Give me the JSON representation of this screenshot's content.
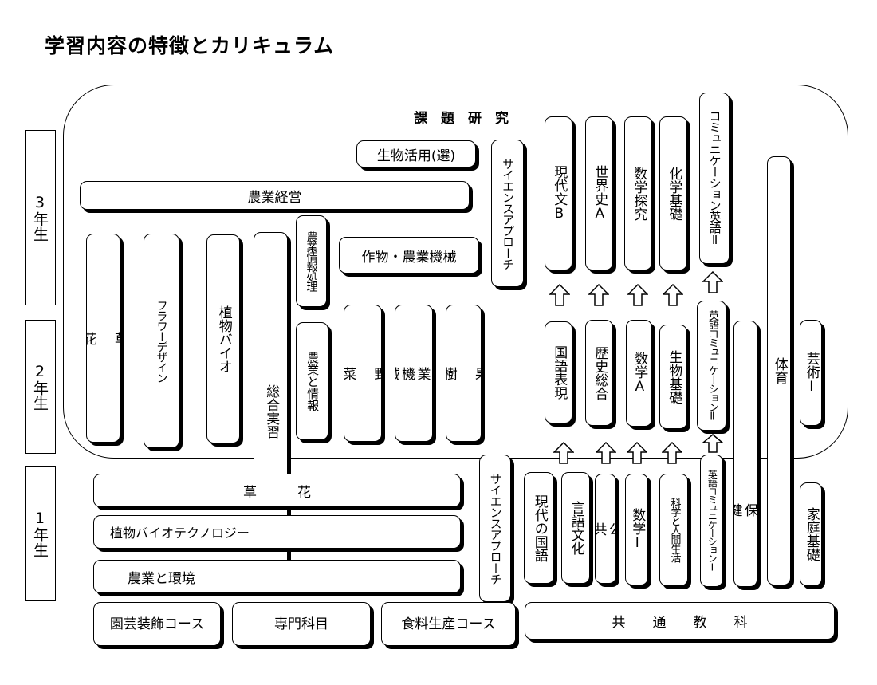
{
  "title": "学習内容の特徴とカリキュラム",
  "years": {
    "y3": "3年生",
    "y2": "2年生",
    "y1": "1年生"
  },
  "research": "課　題　研　究",
  "senmon": {
    "seibutsu_katsuyo": "生物活用(選)",
    "nogyo_keiei": "農業経営",
    "sosou": "草\n\n花",
    "flower_design": "フラワーデザイン",
    "shokubutsu_bio": "植物バイオ",
    "sogo_jisshu": "総合実習",
    "nogyo_joho_shori": "農業情報処理",
    "sakumotsu_kikai": "作物・農業機械",
    "nogyo_to_joho": "農業と情報",
    "yasai": "野\n\n菜",
    "nogyo_kikai": "農\n業\n機\n械",
    "kaju": "果\n\n樹",
    "sosou_1": "草　　　花",
    "bio_techno": "植物バイオテクノロジー",
    "nogyo_kankyo": "農業と環境"
  },
  "kyotsu": {
    "science_approach": "サイエンスアプローチ",
    "gendaibun_b": "現代文B",
    "sekaishi_a": "世界史A",
    "sugaku_tankyu": "数学探究",
    "kagaku_kiso": "化学基礎",
    "comm_eigo_2": "コミュニケーション英語Ⅱ",
    "kokugo_hyogen": "国語表現",
    "rekishi_sogo": "歴史総合",
    "sugaku_a": "数学A",
    "seibutsu_kiso": "生物基礎",
    "eigo_comm_2": "英語コミュニケーションⅡ",
    "hoken": "保\n健",
    "taiiku": "体育",
    "geijutsu_1": "芸術Ⅰ",
    "science_approach_1": "サイエンスアプローチ",
    "gendai_kokugo": "現代の国語",
    "gengo_bunka": "言語文化",
    "kokyo": "公\n共",
    "sugaku_1": "数学Ⅰ",
    "kagaku_ningen": "科学と人間生活",
    "eigo_comm_1": "英語コミュニケーションⅠ",
    "katei_kiso": "家庭基礎"
  },
  "bottom": {
    "engei": "園芸装飾コース",
    "senmon_kamoku": "専門科目",
    "shokuryo": "食料生産コース",
    "kyotsu_kyoka": "共　　通　　教　　科"
  }
}
